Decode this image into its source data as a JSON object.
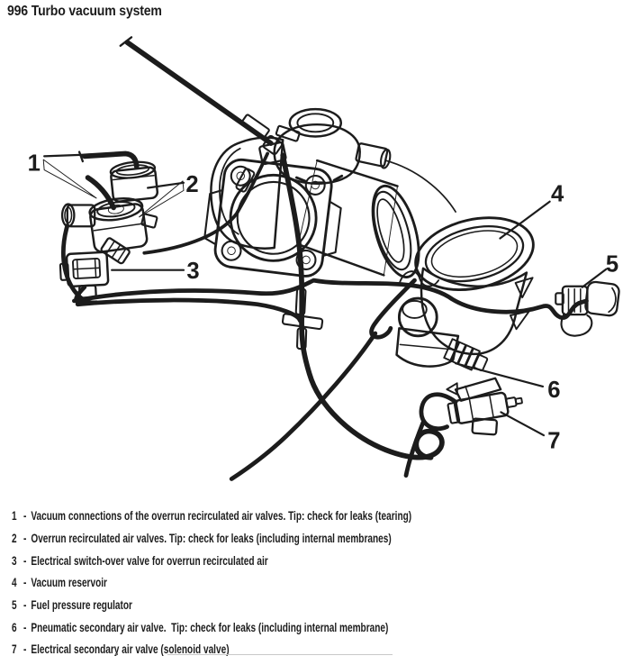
{
  "title": "996 Turbo vacuum system",
  "colors": {
    "ink": "#1c1c1c",
    "paper": "#ffffff"
  },
  "diagram": {
    "callouts": [
      "1",
      "2",
      "3",
      "4",
      "5",
      "6",
      "7"
    ]
  },
  "legend": {
    "separator": "-",
    "items": [
      {
        "num": "1",
        "text": "Vacuum connections of the overrun recirculated air valves. Tip: check for leaks (tearing)"
      },
      {
        "num": "2",
        "text": "Overrun recirculated air valves. Tip: check for leaks (including internal membranes)"
      },
      {
        "num": "3",
        "text": "Electrical switch-over valve for overrun recirculated air"
      },
      {
        "num": "4",
        "text": "Vacuum reservoir"
      },
      {
        "num": "5",
        "text": "Fuel pressure regulator"
      },
      {
        "num": "6",
        "text": "Pneumatic secondary air valve.  Tip: check for leaks (including internal membrane)"
      },
      {
        "num": "7",
        "text": "Electrical secondary air valve (solenoid valve)"
      }
    ]
  }
}
